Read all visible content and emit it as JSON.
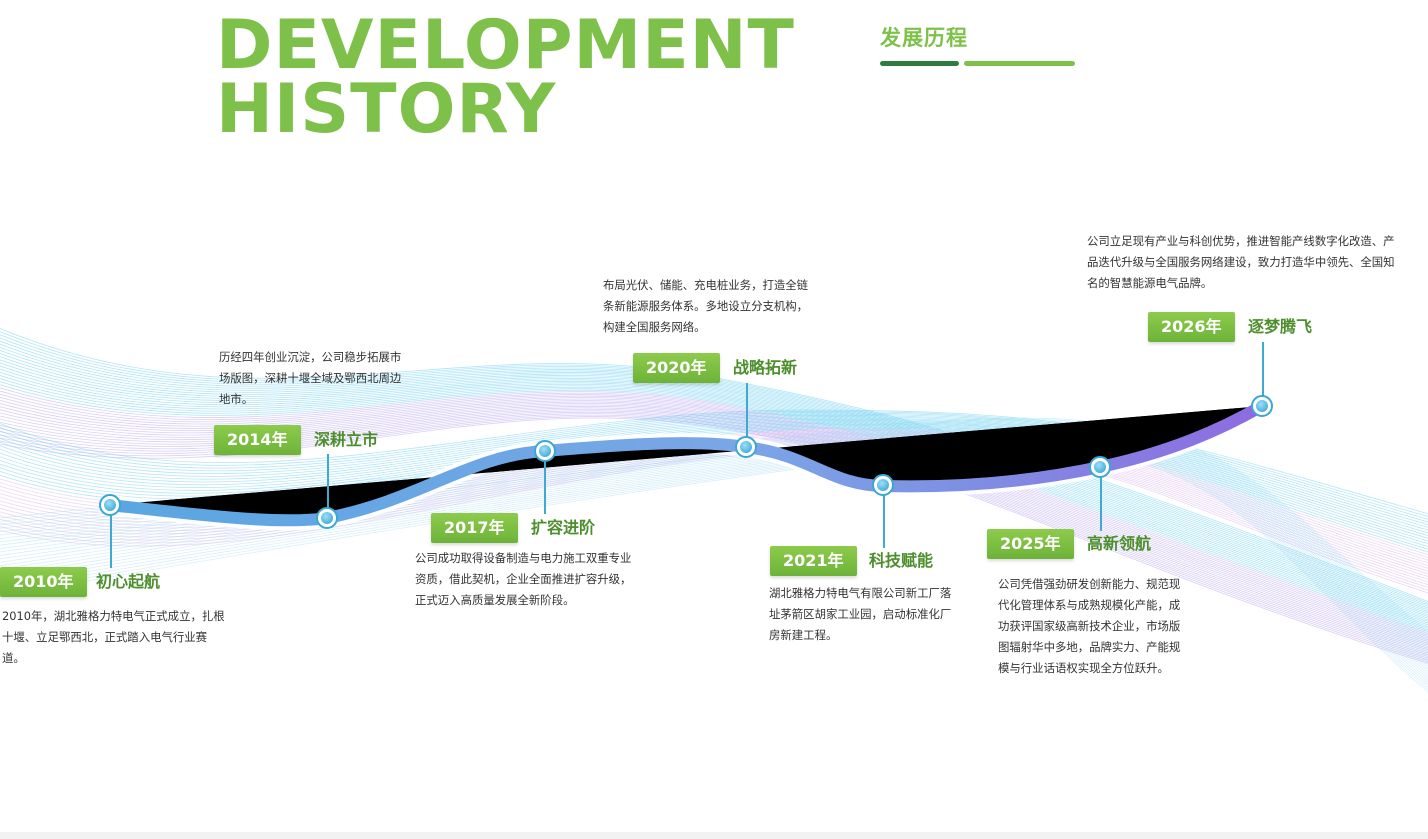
{
  "header": {
    "title_line1": "DEVELOPMENT",
    "title_line2": "HISTORY",
    "cn_title": "发展历程"
  },
  "colors": {
    "green": "#7ec14a",
    "dark_green": "#2f7d3e",
    "line_blue": "#6aa9e0",
    "line_purple": "#8f6fe0",
    "node_blue": "#3aa6d6"
  },
  "milestones": [
    {
      "year": "2010年",
      "title": "初心起航",
      "desc": "2010年，湖北雅格力特电气正式成立，扎根十堰、立足鄂西北，正式踏入电气行业赛道。"
    },
    {
      "year": "2014年",
      "title": "深耕立市",
      "desc": "历经四年创业沉淀，公司稳步拓展市场版图，深耕十堰全域及鄂西北周边地市。"
    },
    {
      "year": "2017年",
      "title": "扩容进阶",
      "desc": "公司成功取得设备制造与电力施工双重专业资质，借此契机，企业全面推进扩容升级，正式迈入高质量发展全新阶段。"
    },
    {
      "year": "2020年",
      "title": "战略拓新",
      "desc": "布局光伏、储能、充电桩业务，打造全链条新能源服务体系。多地设立分支机构，构建全国服务网络。"
    },
    {
      "year": "2021年",
      "title": "科技赋能",
      "desc": "湖北雅格力特电气有限公司新工厂落址茅箭区胡家工业园，启动标准化厂房新建工程。"
    },
    {
      "year": "2025年",
      "title": "高新领航",
      "desc": "公司凭借强劲研发创新能力、规范现代化管理体系与成熟规模化产能，成功获评国家级高新技术企业，市场版图辐射华中多地，品牌实力、产能规模与行业话语权实现全方位跃升。"
    },
    {
      "year": "2026年",
      "title": "逐梦腾飞",
      "desc": "公司立足现有产业与科创优势，推进智能产线数字化改造、产品迭代升级与全国服务网络建设，致力打造华中领先、全国知名的智慧能源电气品牌。"
    }
  ]
}
